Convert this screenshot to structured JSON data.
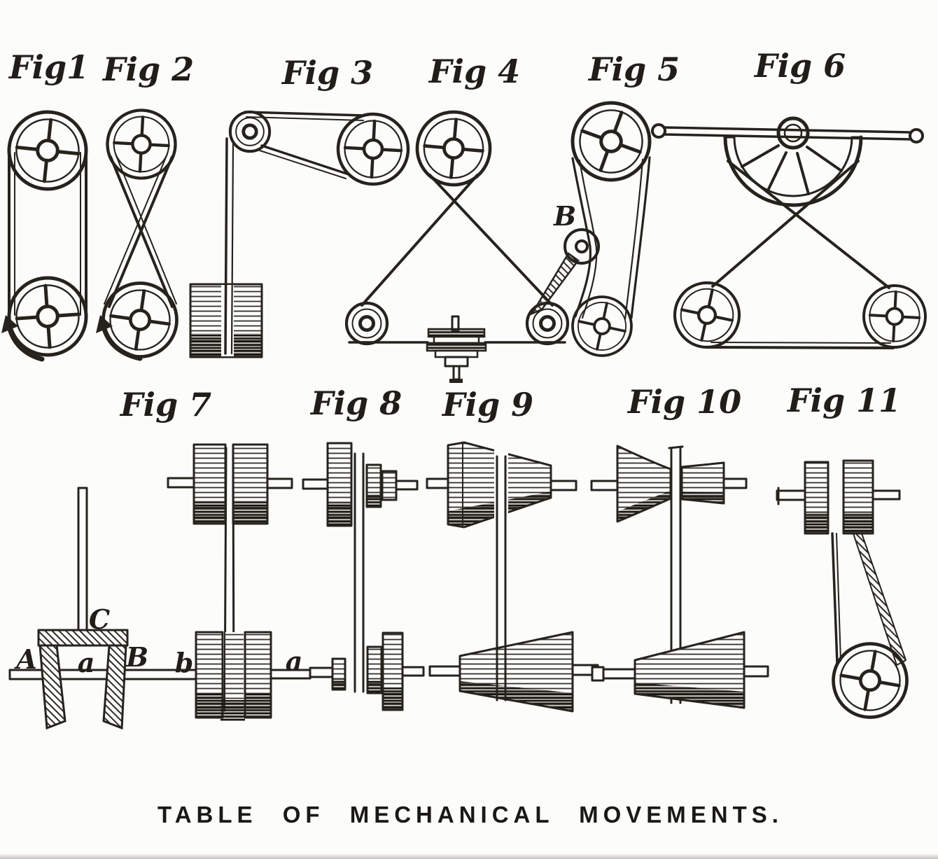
{
  "page": {
    "caption": "TABLE OF MECHANICAL MOVEMENTS.",
    "colors": {
      "paper": "#fcfcfa",
      "ink": "#26231d"
    }
  },
  "figures": [
    {
      "label": "Fig1",
      "mechanism": "open-belt-two-pulleys"
    },
    {
      "label": "Fig 2",
      "mechanism": "crossed-belt-two-pulleys"
    },
    {
      "label": "Fig 3",
      "mechanism": "guide-pulley-wheel-and-drum"
    },
    {
      "label": "Fig 4",
      "mechanism": "crossed-band-wheel-guide-pulleys-spindle"
    },
    {
      "label": "Fig 5",
      "mechanism": "belt-drive-with-tension-idler"
    },
    {
      "label": "Fig 6",
      "mechanism": "rocking-sector-crossed-belt-two-pulleys"
    },
    {
      "label": "Fig 7",
      "mechanism": "belt-shifter-fork-fast-and-loose-pulleys"
    },
    {
      "label": "Fig 8",
      "mechanism": "stepped-cone-pulleys"
    },
    {
      "label": "Fig 9",
      "mechanism": "straight-cone-pulleys"
    },
    {
      "label": "Fig 10",
      "mechanism": "concave-cone-pulleys"
    },
    {
      "label": "Fig 11",
      "mechanism": "quarter-twist-belt-drive"
    }
  ],
  "part_labels": [
    {
      "figure": "Fig 5",
      "text": "B"
    },
    {
      "figure": "Fig 7",
      "text": "A"
    },
    {
      "figure": "Fig 7",
      "text": "C"
    },
    {
      "figure": "Fig 7",
      "text": "a"
    },
    {
      "figure": "Fig 7",
      "text": "B"
    },
    {
      "figure": "Fig 7",
      "text": "b"
    },
    {
      "figure": "Fig 7",
      "text": "a"
    }
  ]
}
